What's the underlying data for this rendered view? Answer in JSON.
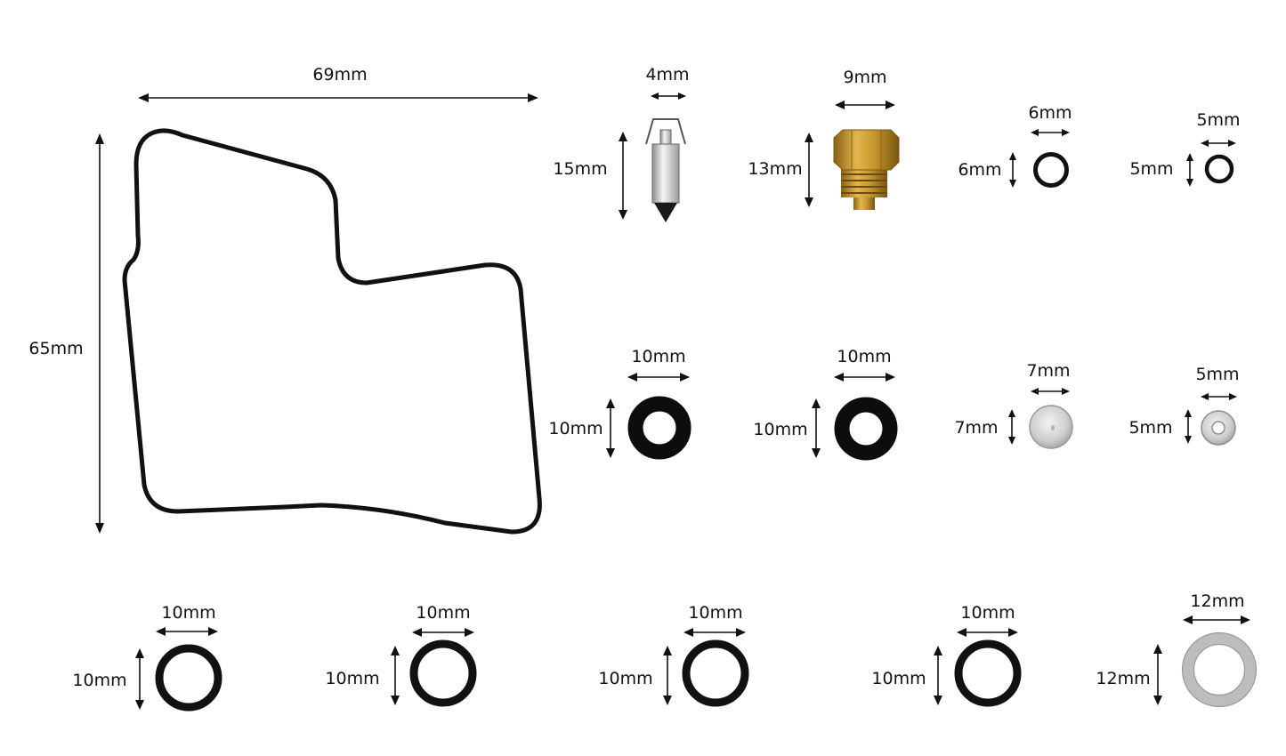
{
  "colors": {
    "background": "#ffffff",
    "rubber": "#111111",
    "brass": "#c99a2e",
    "steel": "#c7c7c7",
    "aluminium": "#d6d6d6"
  },
  "parts": {
    "gasket": {
      "width": "69mm",
      "height": "65mm"
    },
    "needle": {
      "width": "4mm",
      "height": "15mm"
    },
    "jet": {
      "width": "9mm",
      "height": "13mm"
    },
    "oring_6": {
      "width": "6mm",
      "height": "6mm"
    },
    "oring_5": {
      "width": "5mm",
      "height": "5mm"
    },
    "oring_10_a": {
      "width": "10mm",
      "height": "10mm"
    },
    "oring_10_b": {
      "width": "10mm",
      "height": "10mm"
    },
    "plug_7": {
      "width": "7mm",
      "height": "7mm"
    },
    "washer_5": {
      "width": "5mm",
      "height": "5mm"
    },
    "oring_10_c": {
      "width": "10mm",
      "height": "10mm"
    },
    "oring_10_d": {
      "width": "10mm",
      "height": "10mm"
    },
    "oring_10_e": {
      "width": "10mm",
      "height": "10mm"
    },
    "oring_10_f": {
      "width": "10mm",
      "height": "10mm"
    },
    "washer_12": {
      "width": "12mm",
      "height": "12mm"
    }
  }
}
